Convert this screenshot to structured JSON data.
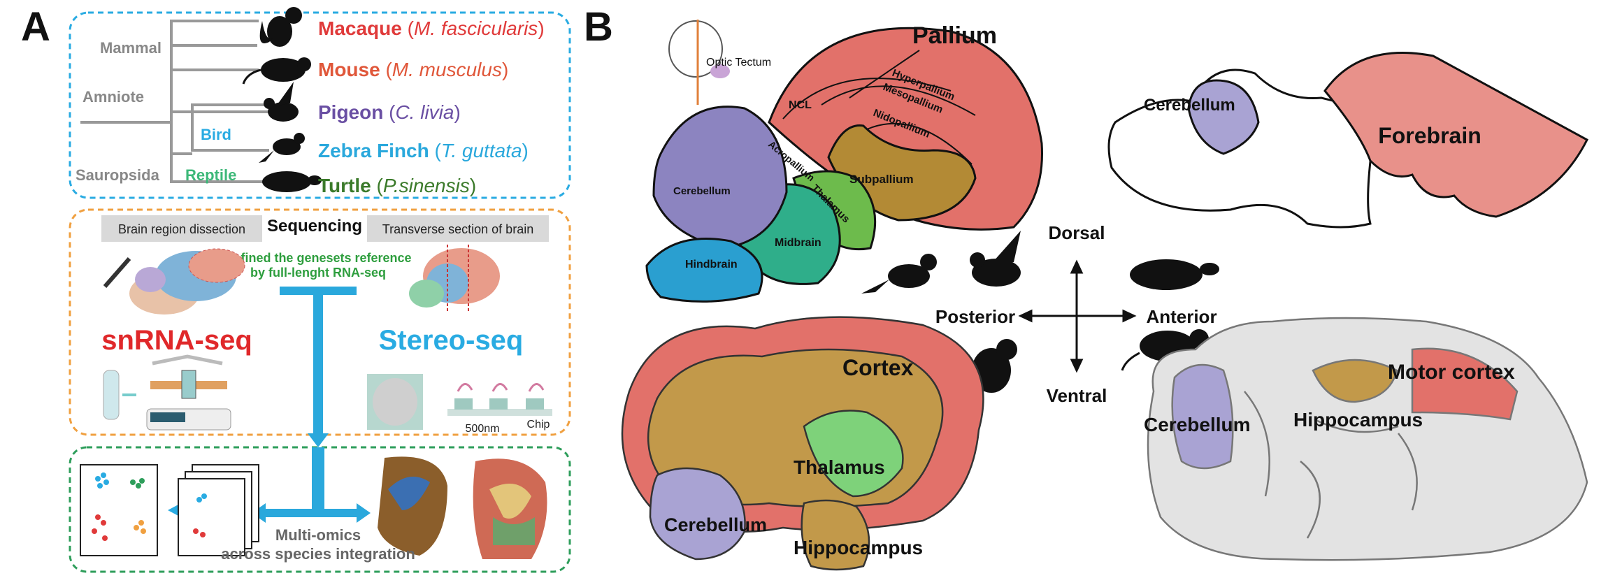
{
  "panel_a": {
    "letter": "A",
    "phylogeny": {
      "clades": {
        "mammal": "Mammal",
        "amniote": "Amniote",
        "bird": "Bird",
        "reptile": "Reptile",
        "sauropsida": "Sauropsida"
      },
      "species": [
        {
          "common": "Macaque",
          "sci_open": "(",
          "sci": "M. fascicularis",
          "sci_close": ")",
          "color": "#e03a3a"
        },
        {
          "common": "Mouse",
          "sci_open": "(",
          "sci": "M. musculus",
          "sci_close": ")",
          "color": "#e0573a"
        },
        {
          "common": "Pigeon",
          "sci_open": "(",
          "sci": "C. livia",
          "sci_close": ")",
          "color": "#6a4fa3"
        },
        {
          "common": "Zebra Finch",
          "sci_open": "(",
          "sci": "T. guttata",
          "sci_close": ")",
          "color": "#2aa8dc"
        },
        {
          "common": "Turtle",
          "sci_open": "(",
          "sci": "P.sinensis",
          "sci_close": ")",
          "color": "#3b7a2a"
        }
      ]
    },
    "sequencing": {
      "title": "Sequencing",
      "left_label": "Brain region dissection",
      "right_label": "Transverse section of brain",
      "refined_line1": "Refined the genesets reference",
      "refined_line2": "by full-lenght RNA-seq",
      "snrna": "snRNA-seq",
      "stereo": "Stereo-seq",
      "scale": "500nm",
      "chip": "Chip"
    },
    "integration": {
      "line1": "Multi-omics",
      "line2": "across species integration"
    },
    "colors": {
      "cyan_box": "#29abe2",
      "orange_box": "#f0a040",
      "green_box": "#2e9e5b",
      "arrow": "#2aa8dc"
    }
  },
  "panel_b": {
    "letter": "B",
    "bird": {
      "optic_tectum": "Optic Tectum",
      "pallium": "Pallium",
      "ncl": "NCL",
      "hyperpallium": "Hyperpallium",
      "mesopallium": "Mesopallium",
      "nidopallium": "Nidopallium",
      "acropallium": "Acropallium",
      "subpallium": "Subpallium",
      "cerebellum": "Cerebellum",
      "thalamus": "Thalamus",
      "midbrain": "Midbrain",
      "hindbrain": "Hindbrain"
    },
    "turtle": {
      "cerebellum": "Cerebellum",
      "forebrain": "Forebrain"
    },
    "orientation": {
      "dorsal": "Dorsal",
      "ventral": "Ventral",
      "posterior": "Posterior",
      "anterior": "Anterior"
    },
    "macaque": {
      "cortex": "Cortex",
      "thalamus": "Thalamus",
      "cerebellum": "Cerebellum",
      "hippocampus": "Hippocampus"
    },
    "mouse": {
      "motor_cortex": "Motor cortex",
      "hippocampus": "Hippocampus",
      "cerebellum": "Cerebellum"
    },
    "colors": {
      "pallium": "#e2716a",
      "cerebellum": "#8c84c0",
      "subpallium": "#b38a35",
      "midbrain": "#2fae8a",
      "thalamus": "#6dbb4c",
      "hindbrain": "#2a9fd0",
      "forebrain": "#e8918a",
      "grey": "#e3e3e3"
    }
  }
}
